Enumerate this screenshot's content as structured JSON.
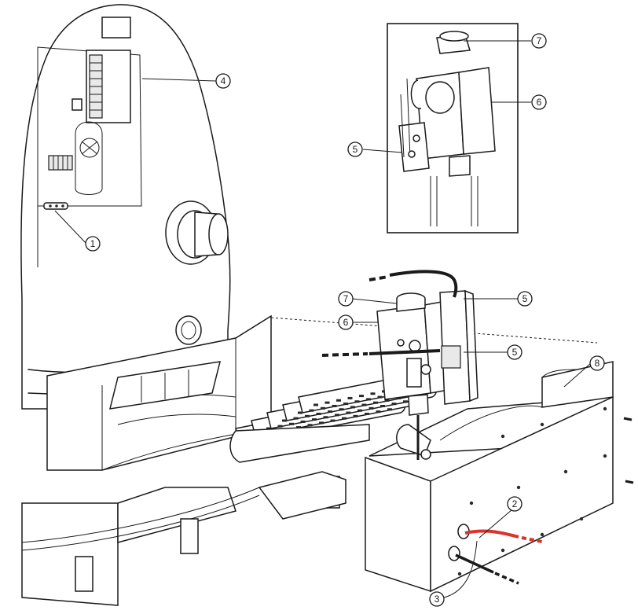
{
  "callouts": [
    {
      "id": "c1",
      "label": "1"
    },
    {
      "id": "c2",
      "label": "2"
    },
    {
      "id": "c3",
      "label": "3"
    },
    {
      "id": "c4",
      "label": "4"
    },
    {
      "id": "c5a",
      "label": "5"
    },
    {
      "id": "c5b",
      "label": "5"
    },
    {
      "id": "c5c",
      "label": "5"
    },
    {
      "id": "c6a",
      "label": "6"
    },
    {
      "id": "c6b",
      "label": "6"
    },
    {
      "id": "c7a",
      "label": "7"
    },
    {
      "id": "c7b",
      "label": "7"
    },
    {
      "id": "c8",
      "label": "8"
    }
  ],
  "colors": {
    "outline": "#1a1a1a",
    "red_wire": "#d9342b",
    "black_wire": "#1a1a1a",
    "background": "#ffffff"
  },
  "icons": [
    "water-heater-tank",
    "gas-valve",
    "burner-tubes",
    "combustion-chamber-box",
    "electronic-control-board",
    "wire-harness"
  ]
}
